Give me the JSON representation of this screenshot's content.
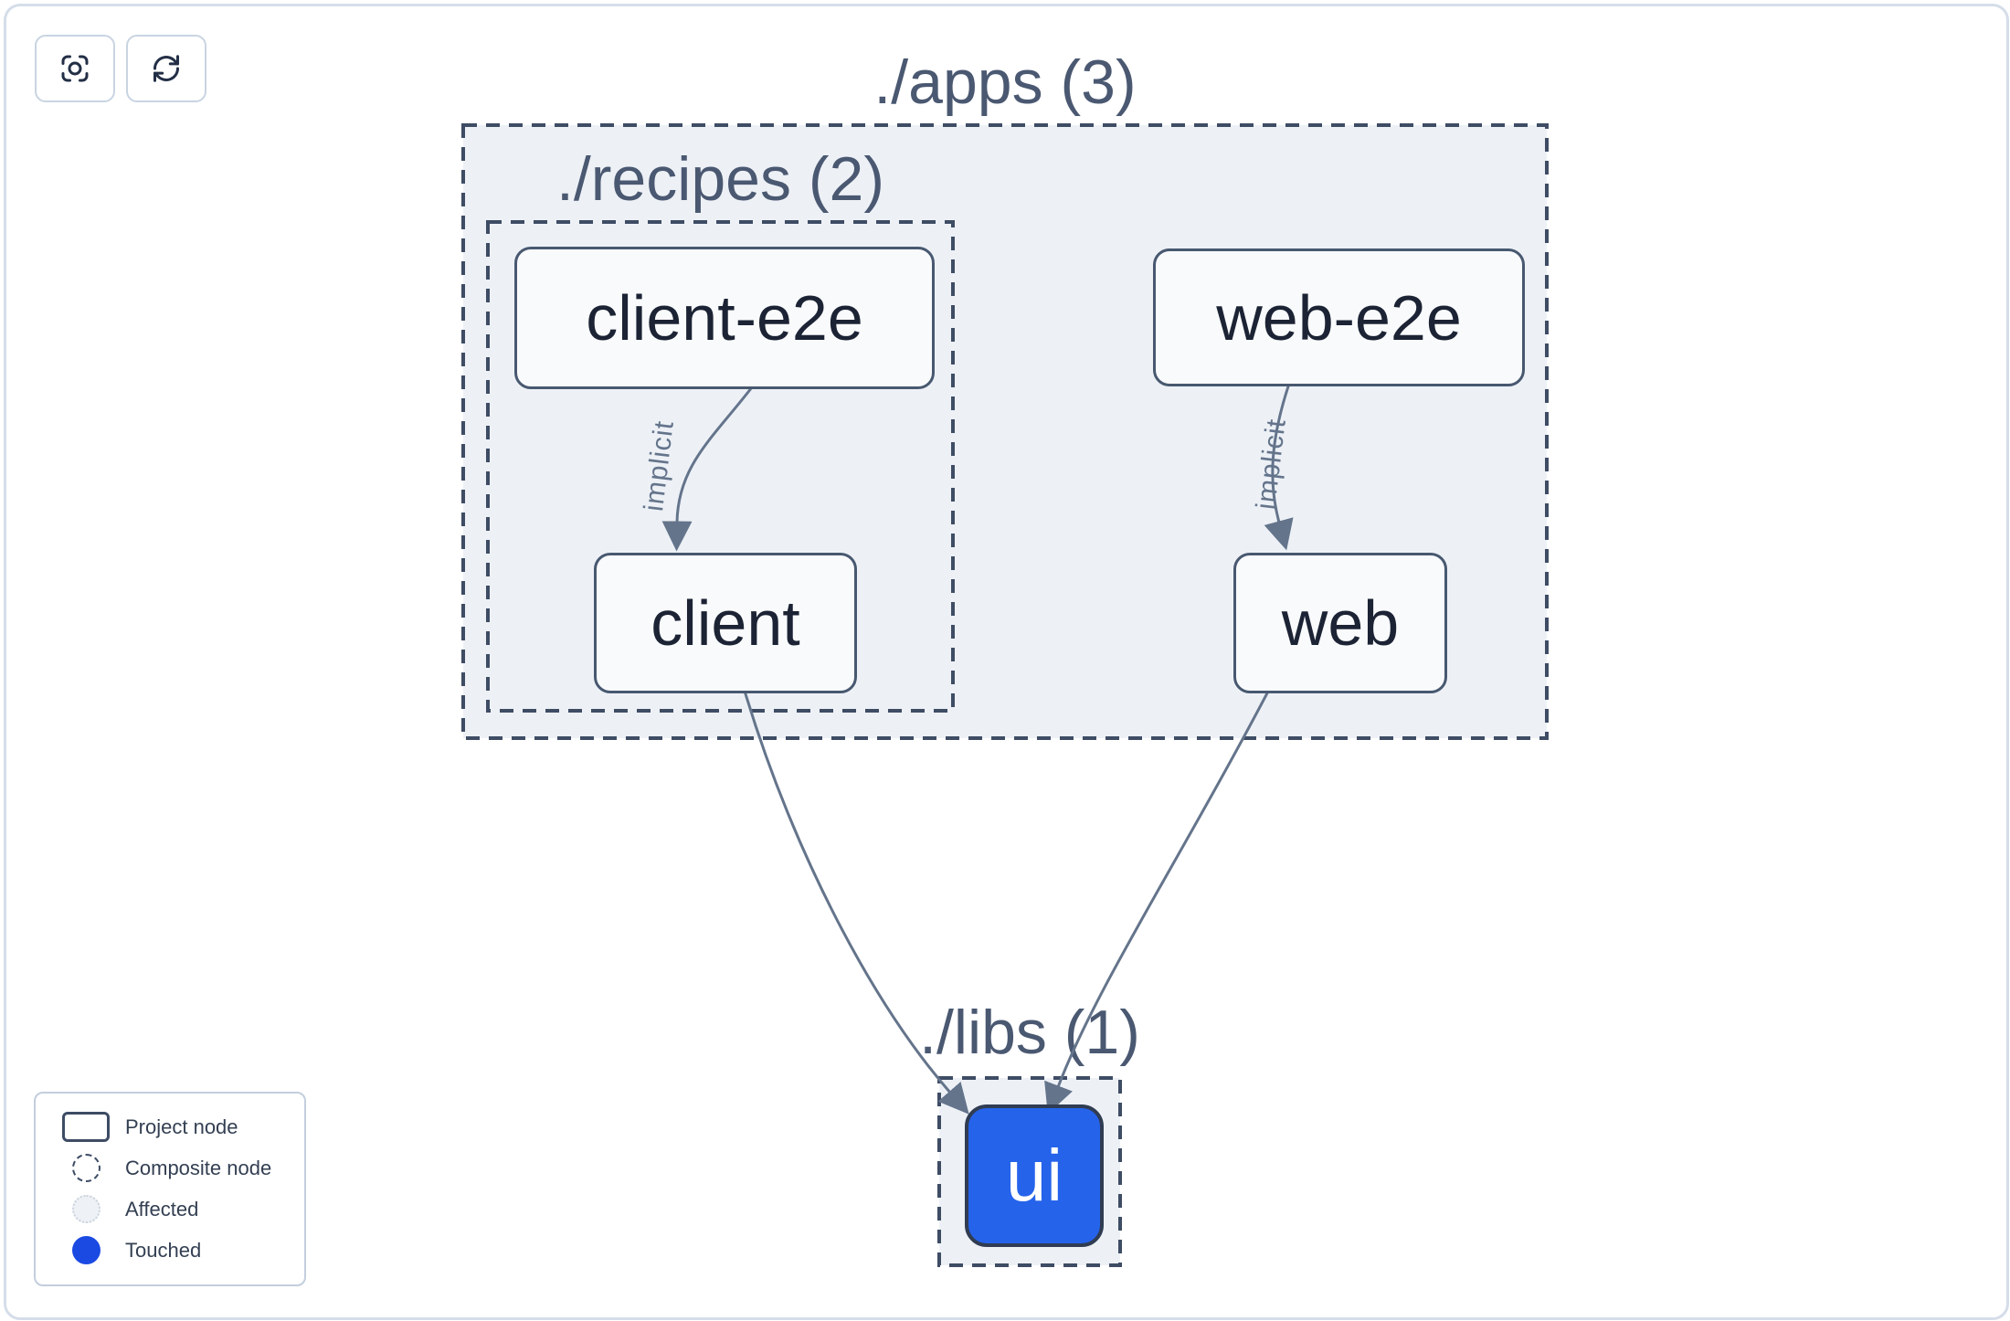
{
  "toolbar": {
    "buttons": [
      {
        "name": "focus",
        "icon": "focus-crosshair-icon"
      },
      {
        "name": "refresh",
        "icon": "refresh-arrows-icon"
      }
    ]
  },
  "graph": {
    "groups": [
      {
        "id": "apps",
        "label": "./apps (3)",
        "count": 3
      },
      {
        "id": "recipes",
        "label": "./recipes (2)",
        "count": 2
      },
      {
        "id": "libs",
        "label": "./libs (1)",
        "count": 1
      }
    ],
    "nodes": [
      {
        "id": "client-e2e",
        "label": "client-e2e",
        "group": "recipes",
        "state": "normal"
      },
      {
        "id": "web-e2e",
        "label": "web-e2e",
        "group": "apps",
        "state": "normal"
      },
      {
        "id": "client",
        "label": "client",
        "group": "recipes",
        "state": "normal"
      },
      {
        "id": "web",
        "label": "web",
        "group": "apps",
        "state": "normal"
      },
      {
        "id": "ui",
        "label": "ui",
        "group": "libs",
        "state": "touched"
      }
    ],
    "edges": [
      {
        "from": "client-e2e",
        "to": "client",
        "label": "implicit"
      },
      {
        "from": "web-e2e",
        "to": "web",
        "label": "implicit"
      },
      {
        "from": "client",
        "to": "ui",
        "label": ""
      },
      {
        "from": "web",
        "to": "ui",
        "label": ""
      }
    ]
  },
  "legend": {
    "items": [
      {
        "label": "Project node",
        "swatch": "project-node-swatch"
      },
      {
        "label": "Composite node",
        "swatch": "composite-node-swatch"
      },
      {
        "label": "Affected",
        "swatch": "affected-swatch"
      },
      {
        "label": "Touched",
        "swatch": "touched-swatch"
      }
    ]
  },
  "colors": {
    "panel_border": "#d5dde9",
    "button_border": "#c9d4e2",
    "icon": "#232f46",
    "group_fill": "#edf1f6",
    "dash": "#3e4c64",
    "title": "#4a5871",
    "node_fill": "#f9fafc",
    "node_border": "#485870",
    "node_text": "#1b2334",
    "edge": "#64748b",
    "touched": "#2563eb",
    "ui_border": "#303c52",
    "legend_border": "#c3cedd",
    "legend_text": "#333f52",
    "legend_touched": "#1b4ae2",
    "affected_fill": "#eef1f5",
    "affected_border": "#ccd4de"
  }
}
